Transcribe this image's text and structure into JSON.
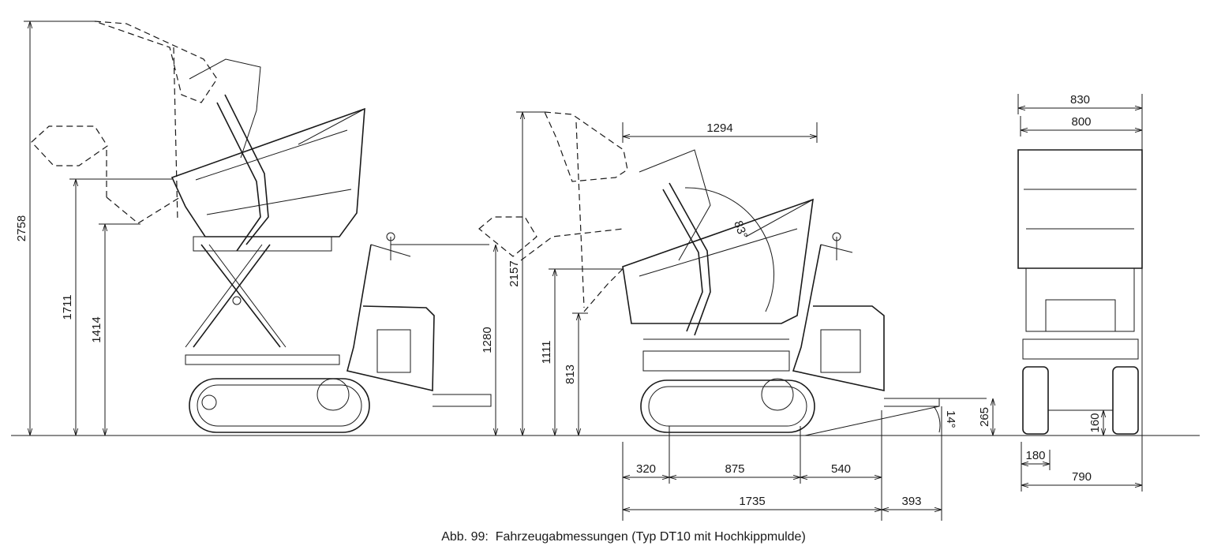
{
  "figure": {
    "caption_number": "Abb. 99:",
    "caption_text": "Fahrzeugabmessungen (Typ DT10 mit Hochkippmulde)"
  },
  "dimensions": {
    "left_view": {
      "max_height": "2758",
      "dump_height_high": "1711",
      "dump_height_low": "1414",
      "handle_height": "1280"
    },
    "middle_view": {
      "max_height": "2157",
      "dump_height_high": "1111",
      "dump_height_low": "813",
      "reach": "1294",
      "tilt_angle": "83°",
      "rear_overhang": "320",
      "track_center": "875",
      "front_overhang": "540",
      "total_length": "1735",
      "platform_length": "393",
      "platform_height": "265",
      "approach_angle": "14°"
    },
    "right_view": {
      "width_outer": "830",
      "width_inner": "800",
      "ground_clearance": "160",
      "track_width": "180",
      "overall_width": "790"
    }
  }
}
